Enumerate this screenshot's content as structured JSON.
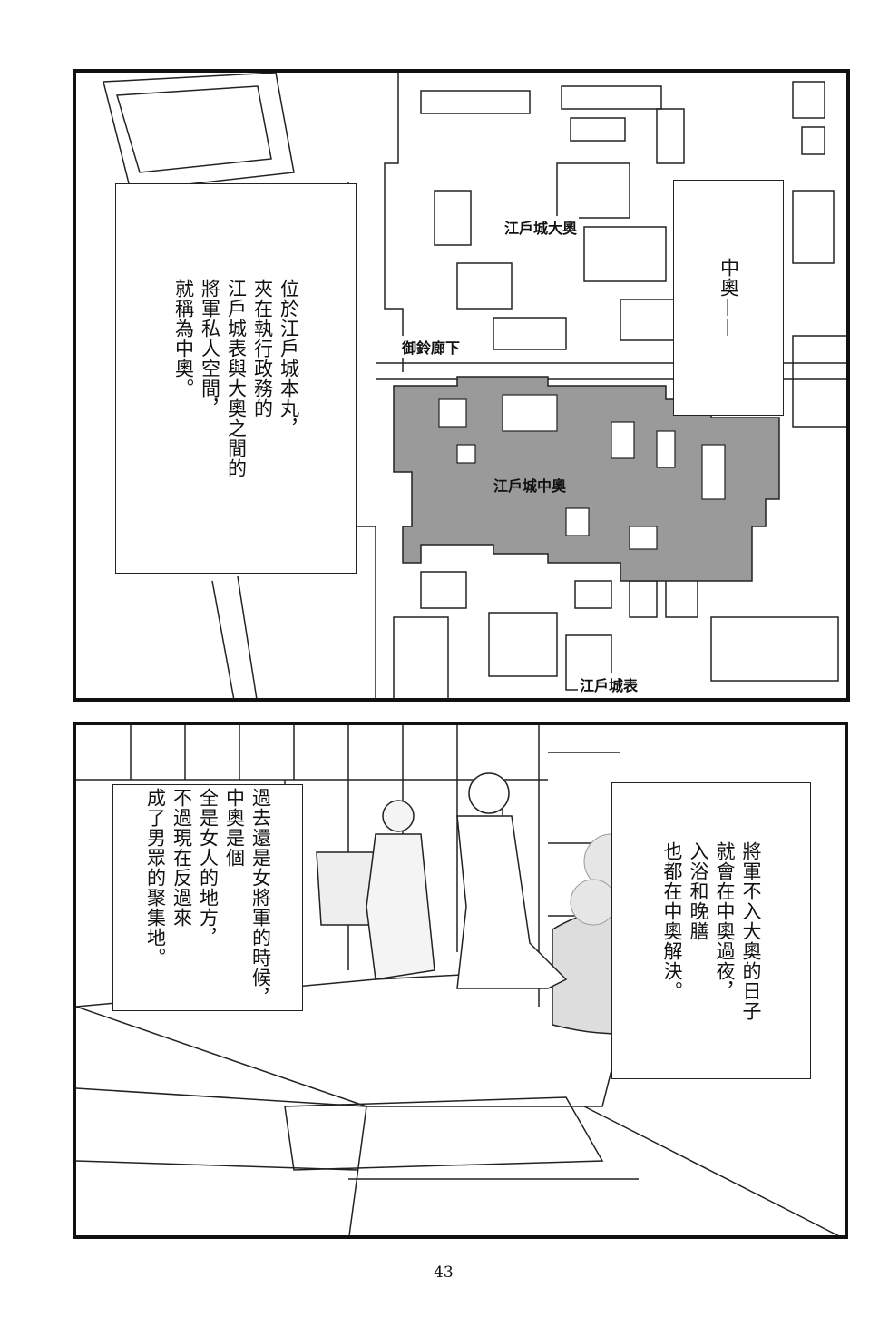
{
  "panel1": {
    "narration_left": "位於江戶城本丸，\n夾在執行政務的\n江戶城表與大奧之間的\n將軍私人空間，\n就稱為中奧。",
    "narration_right": "中奧——",
    "map_labels": {
      "ooku": "江戶城大奧",
      "osuzu_roka": "御鈴廊下",
      "nakaoku": "江戶城中奧",
      "omote": "江戶城表"
    },
    "highlight_color": "#9a9a9a"
  },
  "panel2": {
    "narration_left": "過去還是女將軍的時候，\n中奧是個\n全是女人的地方，\n不過現在反過來\n成了男眾的聚集地。",
    "narration_right": "將軍不入大奧的日子\n就會在中奧過夜，\n入浴和晚膳\n也都在中奧解決。"
  },
  "page_number": "43"
}
